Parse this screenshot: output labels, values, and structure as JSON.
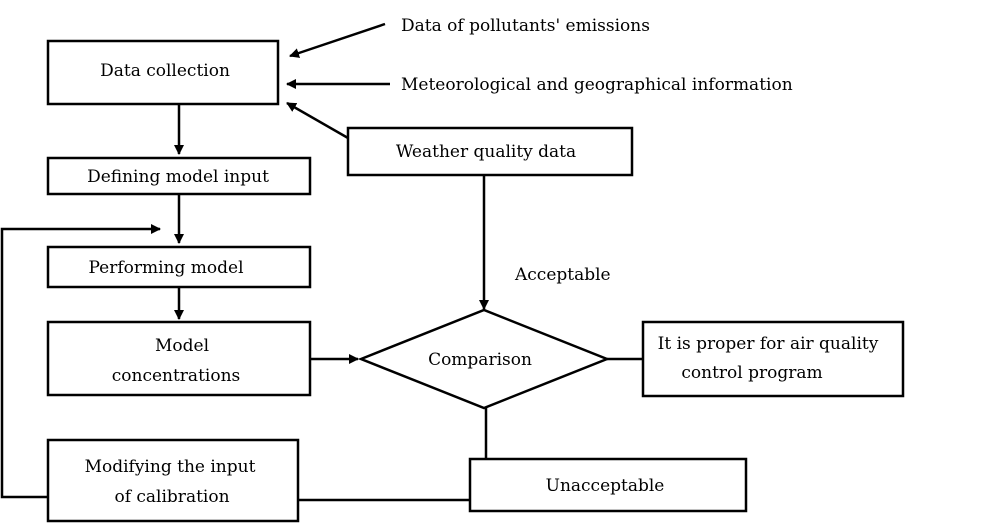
{
  "nodes": {
    "data_collection": "Data collection",
    "defining_input": "Defining model input",
    "performing_model": "Performing model",
    "model_conc_line1": "Model",
    "model_conc_line2": "concentrations",
    "modifying_line1": "Modifying the input",
    "modifying_line2": "of calibration",
    "weather_quality": "Weather quality data",
    "comparison": "Comparison",
    "proper_line1": "It is proper for air quality",
    "proper_line2": "control program",
    "unacceptable": "Unacceptable"
  },
  "labels": {
    "pollutants": "Data of pollutants' emissions",
    "meteorological": "Meteorological and geographical information",
    "acceptable": "Acceptable"
  }
}
